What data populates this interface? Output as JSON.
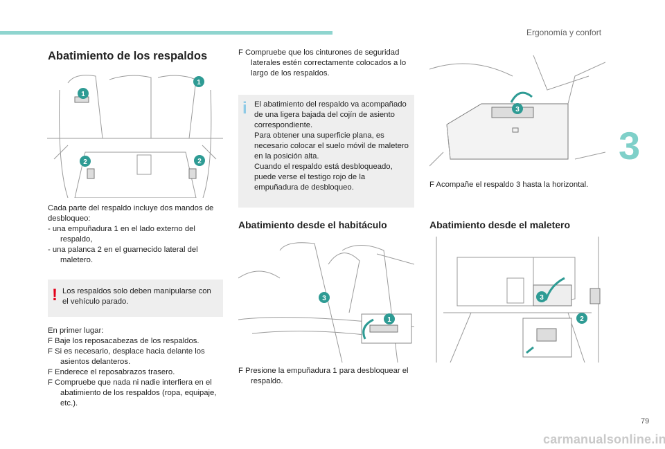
{
  "header": {
    "section": "Ergonomía y confort",
    "chapter": "3",
    "page": "79"
  },
  "watermark": "carmanualsonline.info",
  "col1": {
    "title": "Abatimiento de los respaldos",
    "intro": "Cada parte del respaldo incluye dos mandos de desbloqueo:",
    "dash1": "- una empuñadura 1 en el lado externo del respaldo,",
    "dash2": "- una palanca 2 en el guarnecido lateral del maletero.",
    "warning": "Los respaldos solo deben manipularse con el vehículo parado.",
    "first": "En primer lugar:",
    "b1": "F  Baje los reposacabezas de los respaldos.",
    "b2": "F  Si es necesario, desplace hacia delante los asientos delanteros.",
    "b3": "F  Enderece el reposabrazos trasero.",
    "b4": "F  Compruebe que nada ni nadie interfiera en el abatimiento de los respaldos (ropa, equipaje, etc.)."
  },
  "col2": {
    "b1": "F  Compruebe que los cinturones de seguridad laterales estén correctamente colocados a lo largo de los respaldos.",
    "info": "El abatimiento del respaldo va acompañado de una ligera bajada del cojín de asiento correspondiente.\nPara obtener una superficie plana, es necesario colocar el suelo móvil de maletero en la posición alta.\nCuando el respaldo está desbloqueado, puede verse el testigo rojo de la empuñadura de desbloqueo.",
    "subtitle": "Abatimiento desde el habitáculo",
    "b2": "F  Presione la empuñadura 1 para desbloquear el respaldo."
  },
  "col3": {
    "b1": "F  Acompañe el respaldo 3 hasta la horizontal.",
    "subtitle": "Abatimiento desde el maletero"
  },
  "icons": {
    "warning_symbol": "!",
    "info_symbol": "i"
  },
  "colors": {
    "accent": "#8fd5cf",
    "badge": "#2e9b94",
    "warning": "#e2001a",
    "info": "#8ecae6"
  },
  "callouts": [
    "1",
    "2",
    "3"
  ]
}
